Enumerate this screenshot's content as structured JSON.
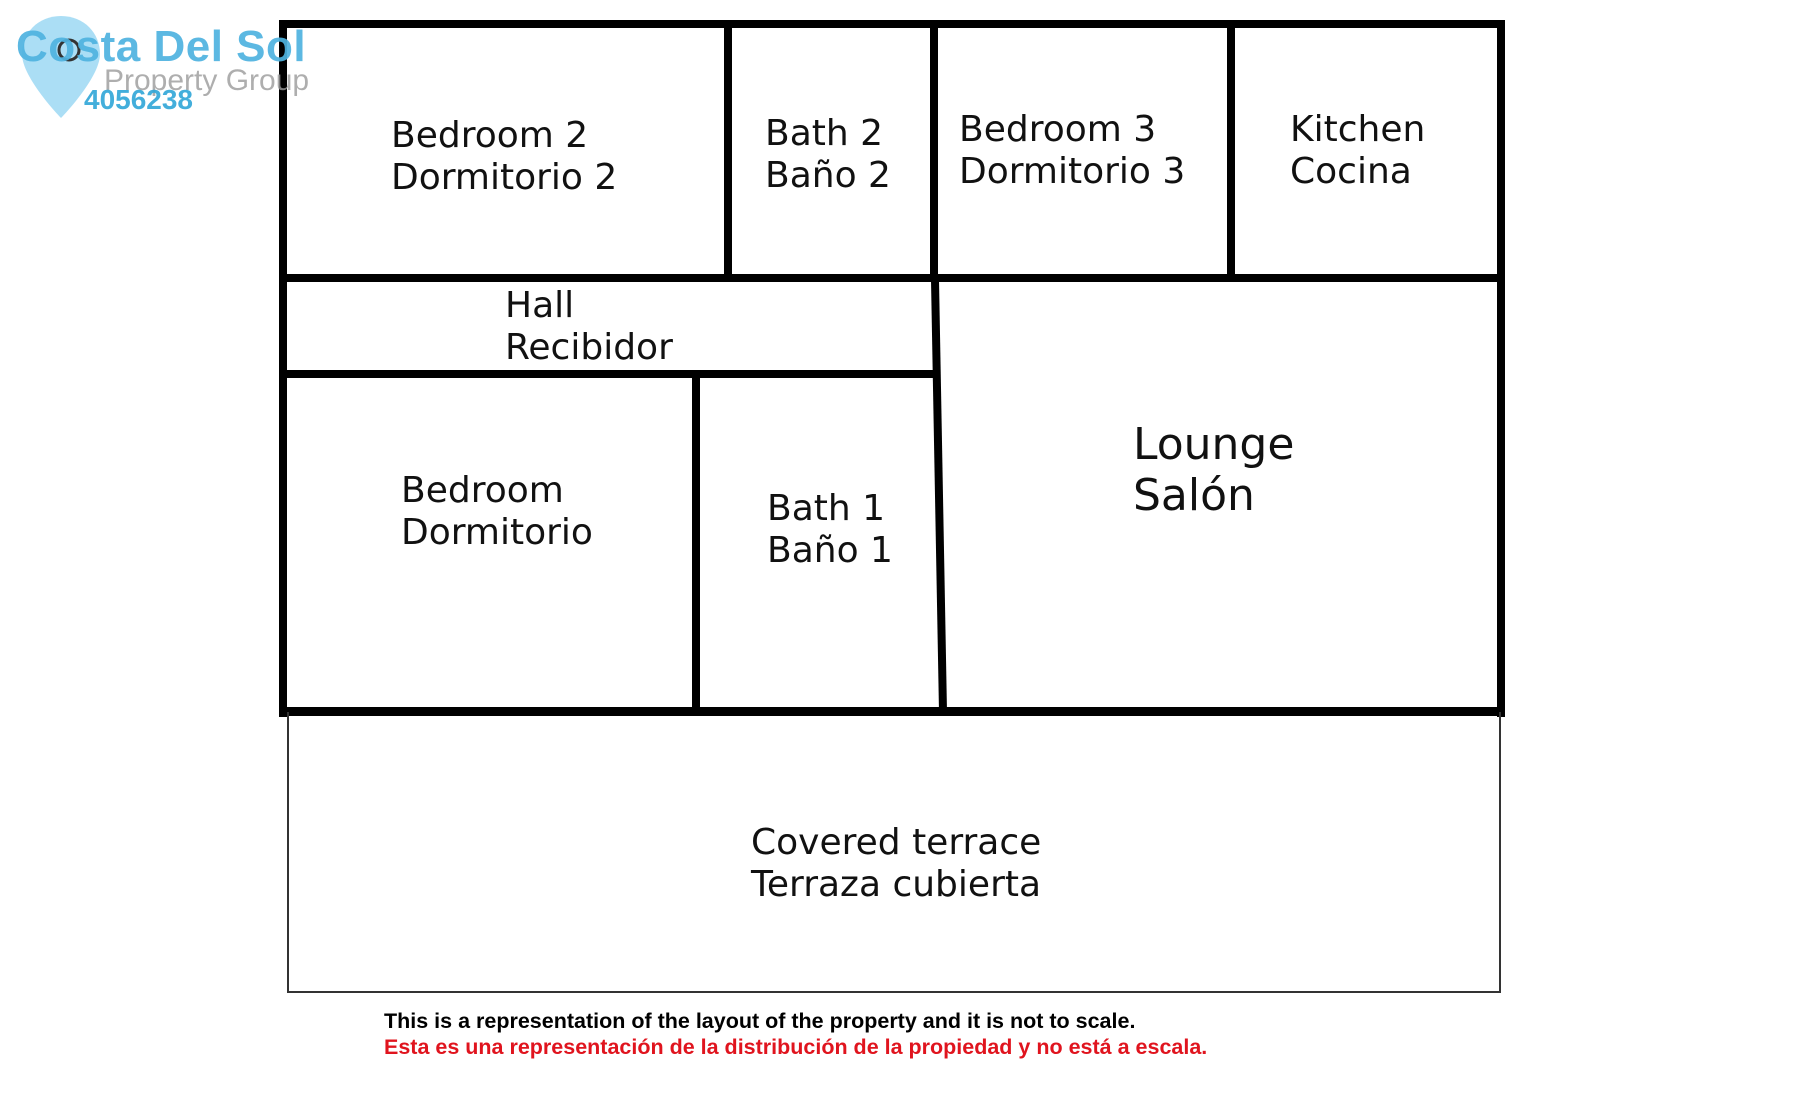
{
  "logo": {
    "brand": "Costa Del Sol",
    "subtitle": "Property Group",
    "reference": "4056238",
    "brand_color": "#4fb3e0",
    "icon": "map-pin-icon"
  },
  "rooms": {
    "bedroom2": {
      "en": "Bedroom 2",
      "es": "Dormitorio 2"
    },
    "bath2": {
      "en": "Bath 2",
      "es": "Baño 2"
    },
    "bedroom3": {
      "en": "Bedroom 3",
      "es": "Dormitorio 3"
    },
    "kitchen": {
      "en": "Kitchen",
      "es": "Cocina"
    },
    "hall": {
      "en": "Hall",
      "es": "Recibidor"
    },
    "lounge": {
      "en": "Lounge",
      "es": "Salón"
    },
    "bedroom": {
      "en": "Bedroom",
      "es": "Dormitorio"
    },
    "bath1": {
      "en": "Bath 1",
      "es": "Baño 1"
    },
    "terrace": {
      "en": "Covered terrace",
      "es": "Terraza cubierta"
    }
  },
  "disclaimer": {
    "en": "This is a representation of the layout of the property and it is not to scale.",
    "es": "Esta es una representación de la distribución de la propiedad y no está a escala.",
    "en_color": "#000000",
    "es_color": "#e0141e"
  }
}
